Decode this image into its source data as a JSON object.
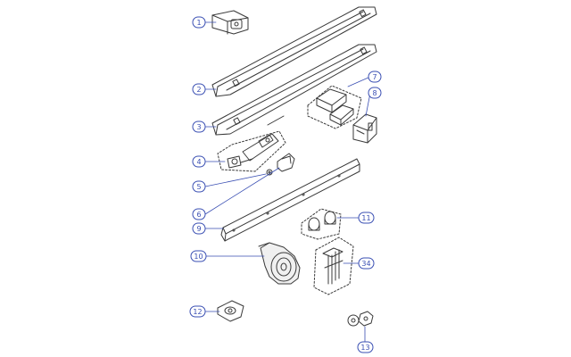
{
  "diagram": {
    "type": "exploded-parts-diagram",
    "colors": {
      "line": "#3a3a3a",
      "callout": "#3a4fb3",
      "background": "#ffffff"
    },
    "callouts": [
      {
        "id": "c1",
        "label": "1"
      },
      {
        "id": "c2",
        "label": "2"
      },
      {
        "id": "c3",
        "label": "3"
      },
      {
        "id": "c4",
        "label": "4"
      },
      {
        "id": "c5",
        "label": "5"
      },
      {
        "id": "c6",
        "label": "6"
      },
      {
        "id": "c7",
        "label": "7"
      },
      {
        "id": "c8",
        "label": "8"
      },
      {
        "id": "c9",
        "label": "9"
      },
      {
        "id": "c10",
        "label": "10"
      },
      {
        "id": "c11",
        "label": "11"
      },
      {
        "id": "c12",
        "label": "12"
      },
      {
        "id": "c13",
        "label": "13"
      },
      {
        "id": "c34",
        "label": "34"
      }
    ]
  }
}
